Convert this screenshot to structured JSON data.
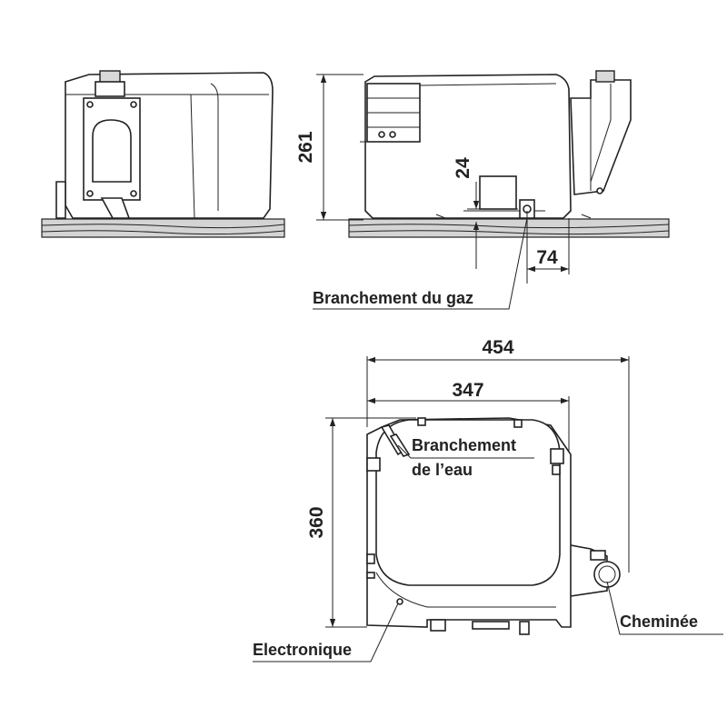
{
  "dimensions": {
    "height_side": "261",
    "gas_offset_vertical": "24",
    "gas_offset_horizontal": "74",
    "overall_width": "454",
    "body_width": "347",
    "depth": "360"
  },
  "labels": {
    "gas_connection": "Branchement du gaz",
    "water_connection_line1": "Branchement",
    "water_connection_line2": "de l’eau",
    "chimney": "Cheminée",
    "electronics": "Electronique"
  },
  "colors": {
    "line": "#222222",
    "floor": "#d4d4d4",
    "background": "#ffffff"
  }
}
